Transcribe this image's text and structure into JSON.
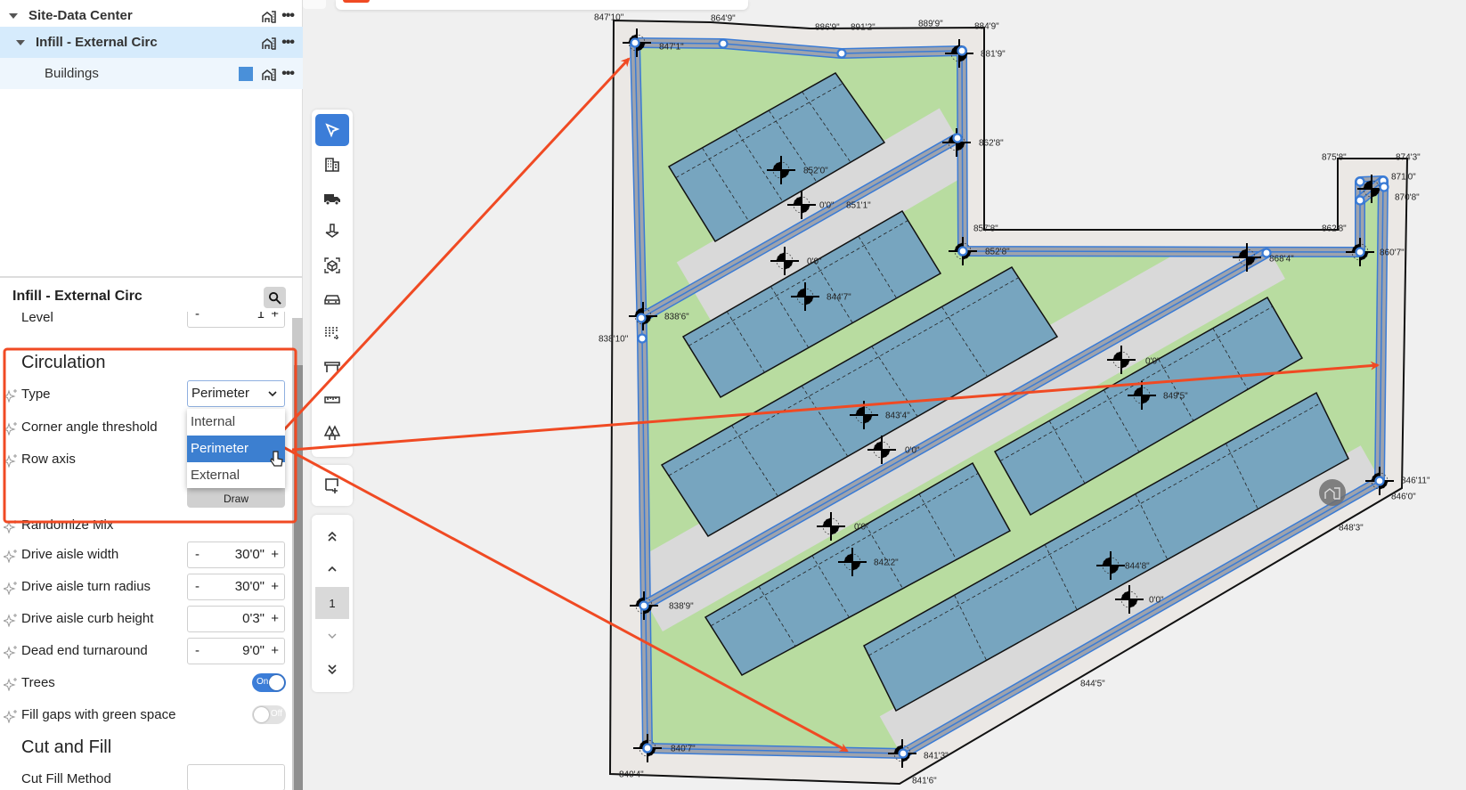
{
  "tree": [
    {
      "label": "Site-Data Center"
    },
    {
      "label": "Infill - External Circ"
    },
    {
      "label": "Buildings",
      "swatch": "#4a90d9"
    }
  ],
  "details": {
    "title": "Infill - External Circ",
    "level": {
      "label": "Level",
      "minus": "-",
      "value": "1",
      "plus": "+"
    }
  },
  "circulation": {
    "heading": "Circulation",
    "type": {
      "label": "Type",
      "value": "Perimeter",
      "options": [
        "Internal",
        "Perimeter",
        "External"
      ],
      "selected": "Perimeter"
    },
    "corner_angle_label": "Corner angle threshold",
    "row_axis_label": "Row axis",
    "draw_label": "Draw",
    "randomize_label": "Randomize Mix",
    "fields": [
      {
        "label": "Drive aisle width",
        "minus": "-",
        "value": "30'0\"",
        "plus": "+"
      },
      {
        "label": "Drive aisle turn radius",
        "minus": "-",
        "value": "30'0\"",
        "plus": "+"
      },
      {
        "label": "Drive aisle curb height",
        "minus": "",
        "value": "0'3\"",
        "plus": "+"
      },
      {
        "label": "Dead end turnaround",
        "minus": "-",
        "value": "9'0\"",
        "plus": "+"
      }
    ],
    "trees": {
      "label": "Trees",
      "state": "On"
    },
    "fill_gaps": {
      "label": "Fill gaps with green space",
      "state": "Off"
    }
  },
  "cut_fill": {
    "heading": "Cut and Fill",
    "method_label": "Cut Fill Method"
  },
  "toolbar": {
    "page": "1"
  },
  "colors": {
    "accent": "#3b7dd8",
    "annotation": "#f04a23",
    "green": "#b8dca0",
    "building": "#77a5bf"
  },
  "map": {
    "labels": [
      "847'10\"",
      "864'9\"",
      "886'9\"",
      "891'2\"",
      "889'9\"",
      "884'9\"",
      "847'1\"",
      "881'9\"",
      "862'8\"",
      "852'0\"",
      "0'0\"",
      "851'1\"",
      "857'8\"",
      "852'8\"",
      "0'0\"",
      "875'8\"",
      "874'3\"",
      "871'0\"",
      "870'8\"",
      "862'8\"",
      "860'7\"",
      "868'4\"",
      "844'7\"",
      "838'6\"",
      "838'10\"",
      "0'0\"",
      "849'5\"",
      "843'4\"",
      "0'0\"",
      "846'11\"",
      "846'0\"",
      "0'0\"",
      "848'3\"",
      "842'2\"",
      "844'8\"",
      "0'0\"",
      "838'9\"",
      "844'5\"",
      "840'7\"",
      "841'3\"",
      "840'4\"",
      "841'6\""
    ]
  }
}
